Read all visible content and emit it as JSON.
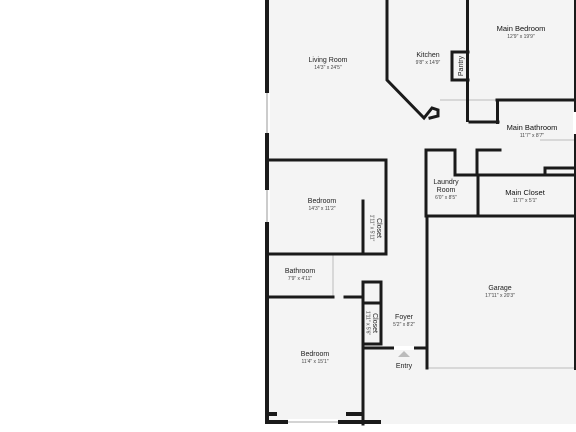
{
  "rooms": {
    "living_room": {
      "name": "Living Room",
      "dims": "14'3\" x 24'5\""
    },
    "kitchen": {
      "name": "Kitchen",
      "dims": "9'8\" x 14'9\""
    },
    "pantry": {
      "name": "Pantry"
    },
    "main_bedroom": {
      "name": "Main Bedroom",
      "dims": "12'9\" x 19'9\""
    },
    "main_bathroom": {
      "name": "Main Bathroom",
      "dims": "11'7\" x 8'7\""
    },
    "laundry_room": {
      "name_line1": "Laundry",
      "name_line2": "Room",
      "dims": "6'0\" x 8'5\""
    },
    "main_closet": {
      "name": "Main Closet",
      "dims": "11'7\" x 5'1\""
    },
    "bedroom_upper": {
      "name": "Bedroom",
      "dims": "14'3\" x 11'2\""
    },
    "closet_upper": {
      "name": "Closet",
      "dims": "1'11\" x 5'11\""
    },
    "bathroom": {
      "name": "Bathroom",
      "dims": "7'9\" x 4'11\""
    },
    "garage": {
      "name": "Garage",
      "dims": "17'11\" x 20'3\""
    },
    "foyer": {
      "name": "Foyer",
      "dims": "5'2\" x 8'2\""
    },
    "closet_lower": {
      "name": "Closet",
      "dims": "1'11\" x 5'6\""
    },
    "bedroom_lower": {
      "name": "Bedroom",
      "dims": "11'4\" x 15'1\""
    }
  },
  "entry": {
    "label": "Entry"
  }
}
